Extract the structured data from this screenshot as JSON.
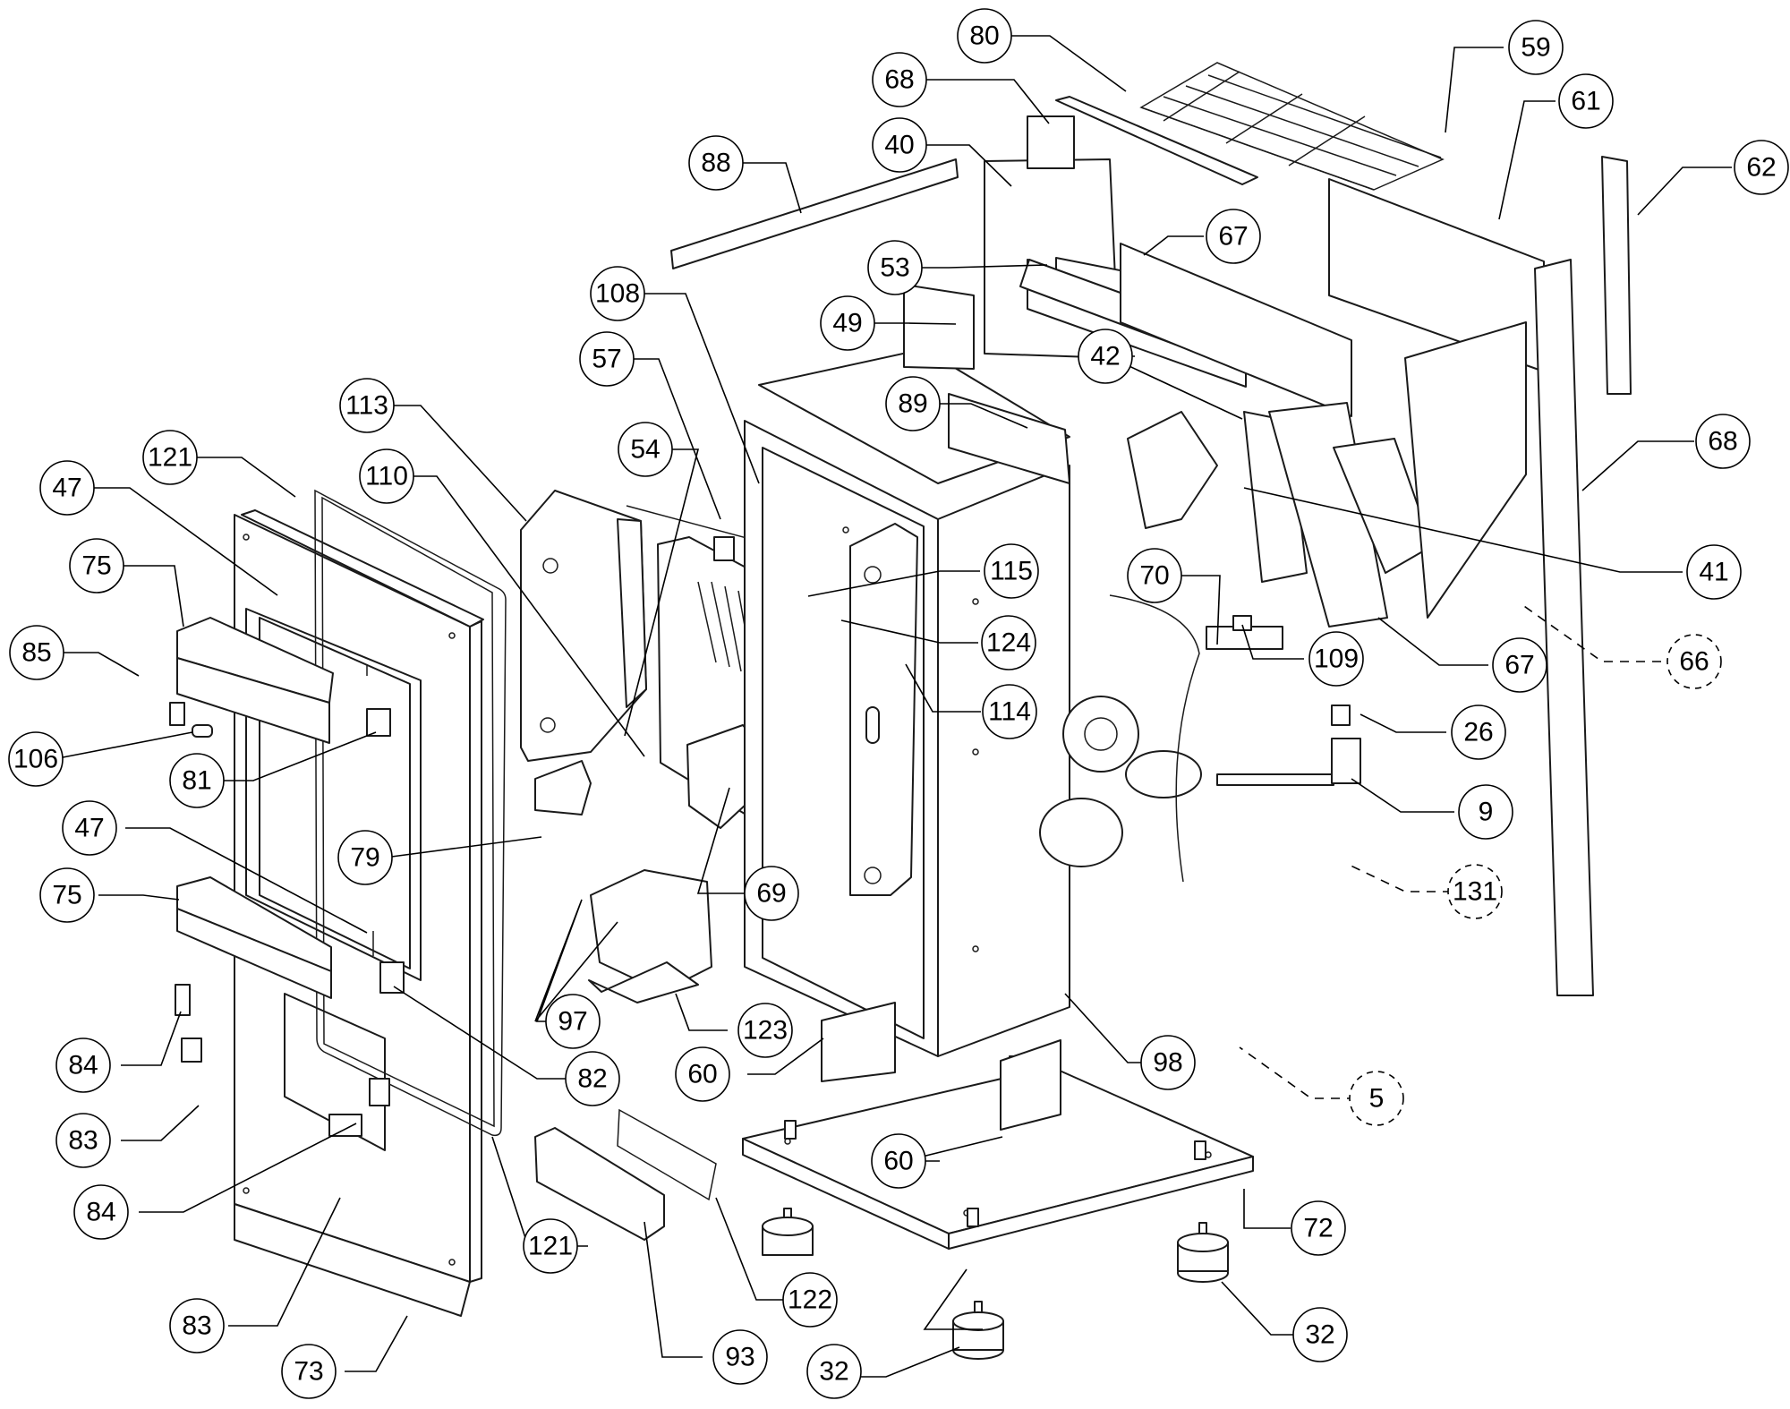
{
  "diagram": {
    "type": "exploded-parts-view",
    "callouts": [
      {
        "id": "c80",
        "label": "80"
      },
      {
        "id": "c59",
        "label": "59"
      },
      {
        "id": "c68a",
        "label": "68"
      },
      {
        "id": "c61",
        "label": "61"
      },
      {
        "id": "c62",
        "label": "62"
      },
      {
        "id": "c40",
        "label": "40"
      },
      {
        "id": "c88",
        "label": "88"
      },
      {
        "id": "c67a",
        "label": "67"
      },
      {
        "id": "c53",
        "label": "53"
      },
      {
        "id": "c108",
        "label": "108"
      },
      {
        "id": "c49",
        "label": "49"
      },
      {
        "id": "c57",
        "label": "57"
      },
      {
        "id": "c42",
        "label": "42"
      },
      {
        "id": "c113",
        "label": "113"
      },
      {
        "id": "c89",
        "label": "89"
      },
      {
        "id": "c68b",
        "label": "68"
      },
      {
        "id": "c121a",
        "label": "121"
      },
      {
        "id": "c54",
        "label": "54"
      },
      {
        "id": "c110",
        "label": "110"
      },
      {
        "id": "c47a",
        "label": "47"
      },
      {
        "id": "c41",
        "label": "41"
      },
      {
        "id": "c75a",
        "label": "75"
      },
      {
        "id": "c115",
        "label": "115"
      },
      {
        "id": "c70",
        "label": "70"
      },
      {
        "id": "c85",
        "label": "85"
      },
      {
        "id": "c124",
        "label": "124"
      },
      {
        "id": "c109",
        "label": "109"
      },
      {
        "id": "c67b",
        "label": "67"
      },
      {
        "id": "c66",
        "label": "66",
        "dashed": true
      },
      {
        "id": "c114",
        "label": "114"
      },
      {
        "id": "c26",
        "label": "26"
      },
      {
        "id": "c106",
        "label": "106"
      },
      {
        "id": "c81",
        "label": "81"
      },
      {
        "id": "c9",
        "label": "9"
      },
      {
        "id": "c47b",
        "label": "47"
      },
      {
        "id": "c79",
        "label": "79"
      },
      {
        "id": "c69",
        "label": "69"
      },
      {
        "id": "c131",
        "label": "131",
        "dashed": true
      },
      {
        "id": "c75b",
        "label": "75"
      },
      {
        "id": "c97",
        "label": "97"
      },
      {
        "id": "c123",
        "label": "123"
      },
      {
        "id": "c98",
        "label": "98"
      },
      {
        "id": "c84a",
        "label": "84"
      },
      {
        "id": "c82",
        "label": "82"
      },
      {
        "id": "c60a",
        "label": "60"
      },
      {
        "id": "c5",
        "label": "5",
        "dashed": true
      },
      {
        "id": "c83a",
        "label": "83"
      },
      {
        "id": "c60b",
        "label": "60"
      },
      {
        "id": "c84b",
        "label": "84"
      },
      {
        "id": "c72",
        "label": "72"
      },
      {
        "id": "c121b",
        "label": "121"
      },
      {
        "id": "c122",
        "label": "122"
      },
      {
        "id": "c83b",
        "label": "83"
      },
      {
        "id": "c32a",
        "label": "32"
      },
      {
        "id": "c93",
        "label": "93"
      },
      {
        "id": "c73",
        "label": "73"
      },
      {
        "id": "c32b",
        "label": "32"
      }
    ]
  }
}
